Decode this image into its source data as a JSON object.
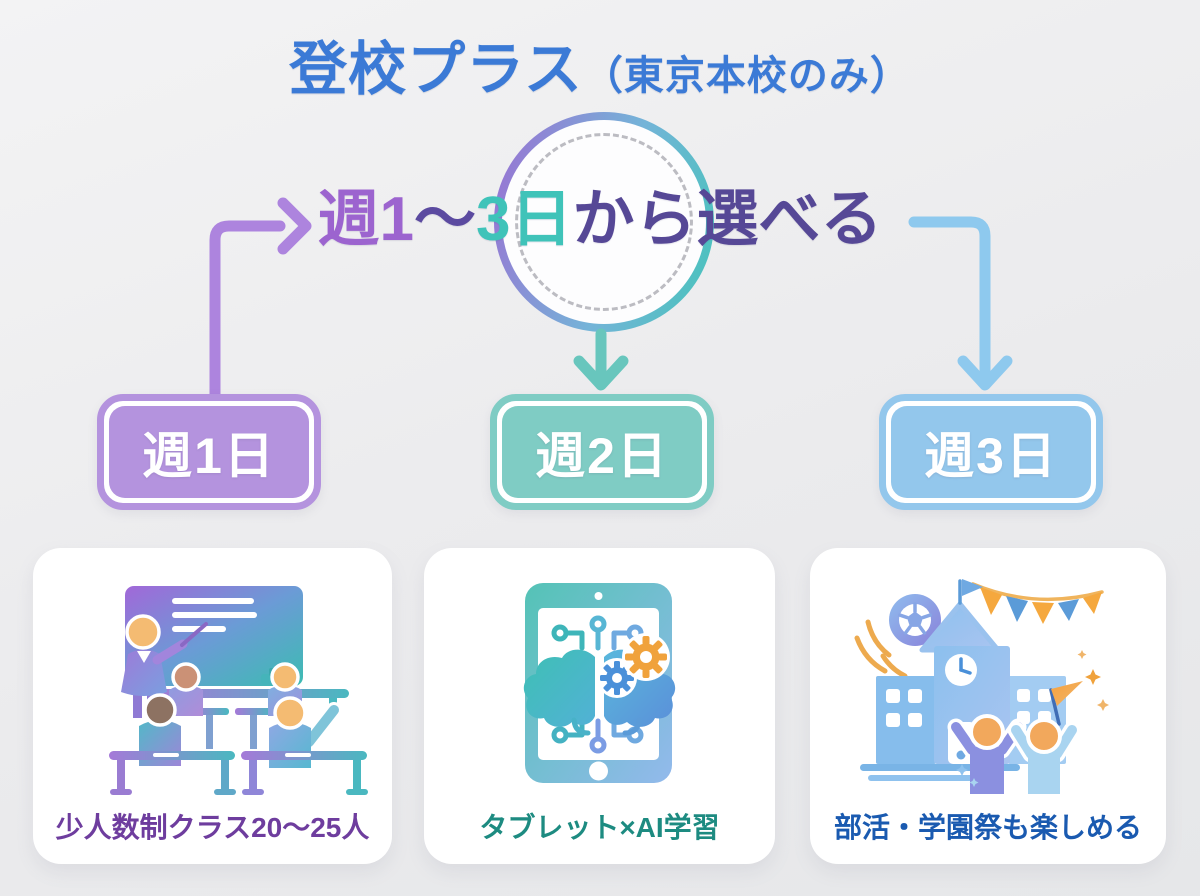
{
  "title": {
    "main": "登校プラス",
    "sub": "（東京本校のみ）"
  },
  "headline": {
    "segments": [
      {
        "text": "週1",
        "color": "#9c64cf"
      },
      {
        "text": "〜",
        "color": "#5b4aa0"
      },
      {
        "text": "3日",
        "color": "#3fc3b9"
      },
      {
        "text": "から選べる",
        "color": "#564896"
      }
    ]
  },
  "options": [
    {
      "label": "週1日",
      "box_color": "#b493de",
      "connector_color": "#ad84de",
      "caption": "少人数制クラス20〜25人",
      "caption_color": "#6e3d9e",
      "icon": "classroom-illustration"
    },
    {
      "label": "週2日",
      "box_color": "#7fccc4",
      "connector_color": "#68c6bd",
      "caption": "タブレット×AI学習",
      "caption_color": "#1d8b81",
      "icon": "tablet-ai-illustration"
    },
    {
      "label": "週3日",
      "box_color": "#93c7ec",
      "connector_color": "#8ec9ee",
      "caption": "部活・学園祭も楽しめる",
      "caption_color": "#1a5ab0",
      "icon": "school-festival-illustration"
    }
  ],
  "colors": {
    "title_blue": "#3b7ad6",
    "background_gray": "#ebebed",
    "circle_gradient": [
      "#9b6fd3",
      "#45c4ba"
    ],
    "card_white": "#ffffff"
  }
}
